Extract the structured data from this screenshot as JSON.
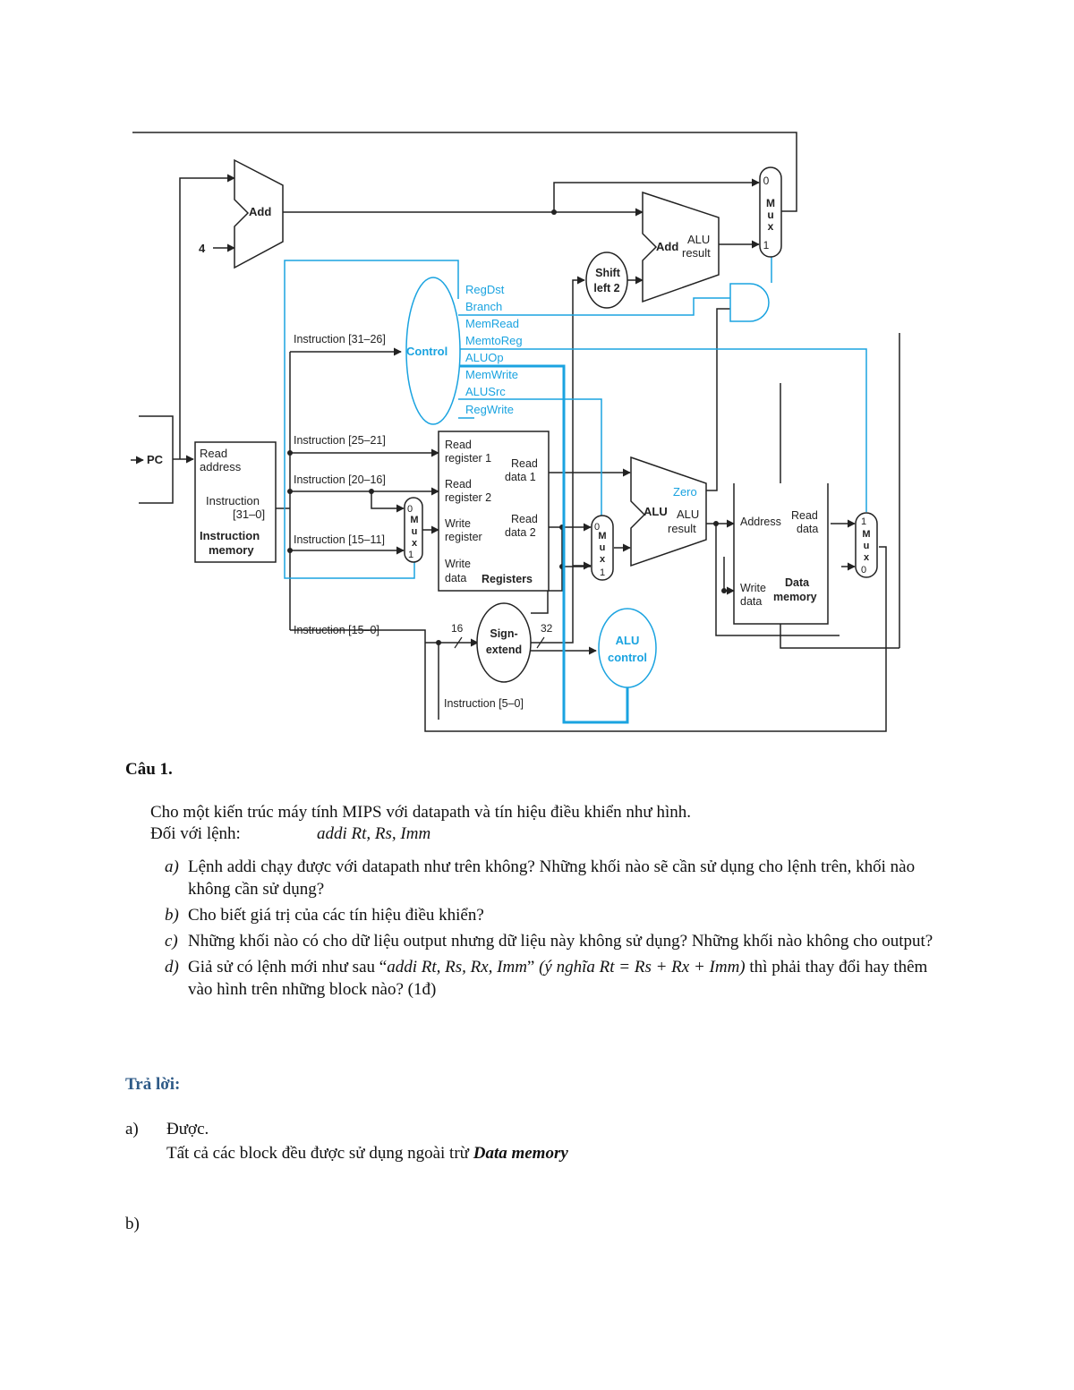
{
  "diagram": {
    "add_pc": "Add",
    "const_four": "4",
    "pc": "PC",
    "imem": {
      "read": "Read",
      "address": "address",
      "instruction": "Instruction",
      "range": "[31–0]",
      "title1": "Instruction",
      "title2": "memory"
    },
    "instr_fields": {
      "f31_26": "Instruction [31–26]",
      "f25_21": "Instruction [25–21]",
      "f20_16": "Instruction [20–16]",
      "f15_11": "Instruction [15–11]",
      "f15_0": "Instruction [15–0]",
      "f5_0": "Instruction [5–0]"
    },
    "control": "Control",
    "signals": [
      "RegDst",
      "Branch",
      "MemRead",
      "MemtoReg",
      "ALUOp",
      "MemWrite",
      "ALUSrc",
      "RegWrite"
    ],
    "registers": {
      "read_reg1_a": "Read",
      "read_reg1_b": "register 1",
      "read_reg2_a": "Read",
      "read_reg2_b": "register 2",
      "write_reg_a": "Write",
      "write_reg_b": "register",
      "write_data_a": "Write",
      "write_data_b": "data",
      "read_data1_a": "Read",
      "read_data1_b": "data 1",
      "read_data2_a": "Read",
      "read_data2_b": "data 2",
      "title": "Registers"
    },
    "mux_letters": [
      "M",
      "u",
      "x"
    ],
    "mux_zero": "0",
    "mux_one": "1",
    "shift": {
      "a": "Shift",
      "b": "left 2"
    },
    "add_branch": {
      "add": "Add",
      "alu": "ALU",
      "result": "result"
    },
    "alu": {
      "alu": "ALU",
      "zero": "Zero",
      "alu2": "ALU",
      "result": "result"
    },
    "sign_extend": {
      "a": "Sign-",
      "b": "extend",
      "in_width": "16",
      "out_width": "32"
    },
    "alu_control": {
      "a": "ALU",
      "b": "control"
    },
    "dmem": {
      "address": "Address",
      "read_a": "Read",
      "read_b": "data",
      "write_a": "Write",
      "write_b": "data",
      "title1": "Data",
      "title2": "memory"
    }
  },
  "question": {
    "title": "Câu 1.",
    "intro": "Cho một kiến trúc máy tính MIPS với datapath và tín hiệu điều khiển như hình.",
    "instr_label": "Đối với lệnh:",
    "instr": "addi  Rt, Rs, Imm",
    "a_mark": "a)",
    "a_text": "Lệnh addi chạy được với datapath như trên không? Những khối nào sẽ cần sử dụng cho lệnh trên, khối nào không cần sử dụng?",
    "b_mark": "b)",
    "b_text": "Cho biết giá trị của các tín hiệu điều khiển?",
    "c_mark": "c)",
    "c_text": "Những khối nào có cho dữ liệu output nhưng dữ liệu này không sử dụng? Những khối nào không cho output?",
    "d_mark": "d)",
    "d_pre": "Giả sử có lệnh mới như sau “",
    "d_instr": "addi  Rt, Rs, Rx, Imm",
    "d_mid": "” ",
    "d_meaning": "(ý nghĩa Rt = Rs + Rx + Imm)",
    "d_post": " thì phải thay đổi hay thêm vào hình trên những block nào? (1đ)"
  },
  "answer": {
    "title": "Trả lời:",
    "a_mark": "a)",
    "a_line1": "Được.",
    "a_line2_pre": "Tất cả các block đều được sử dụng ngoài trừ ",
    "a_line2_bold": "Data memory",
    "b_mark": "b)"
  },
  "colors": {
    "control_blue": "#1aa3e0",
    "line_black": "#222222",
    "answer_blue": "#2e5a87"
  }
}
